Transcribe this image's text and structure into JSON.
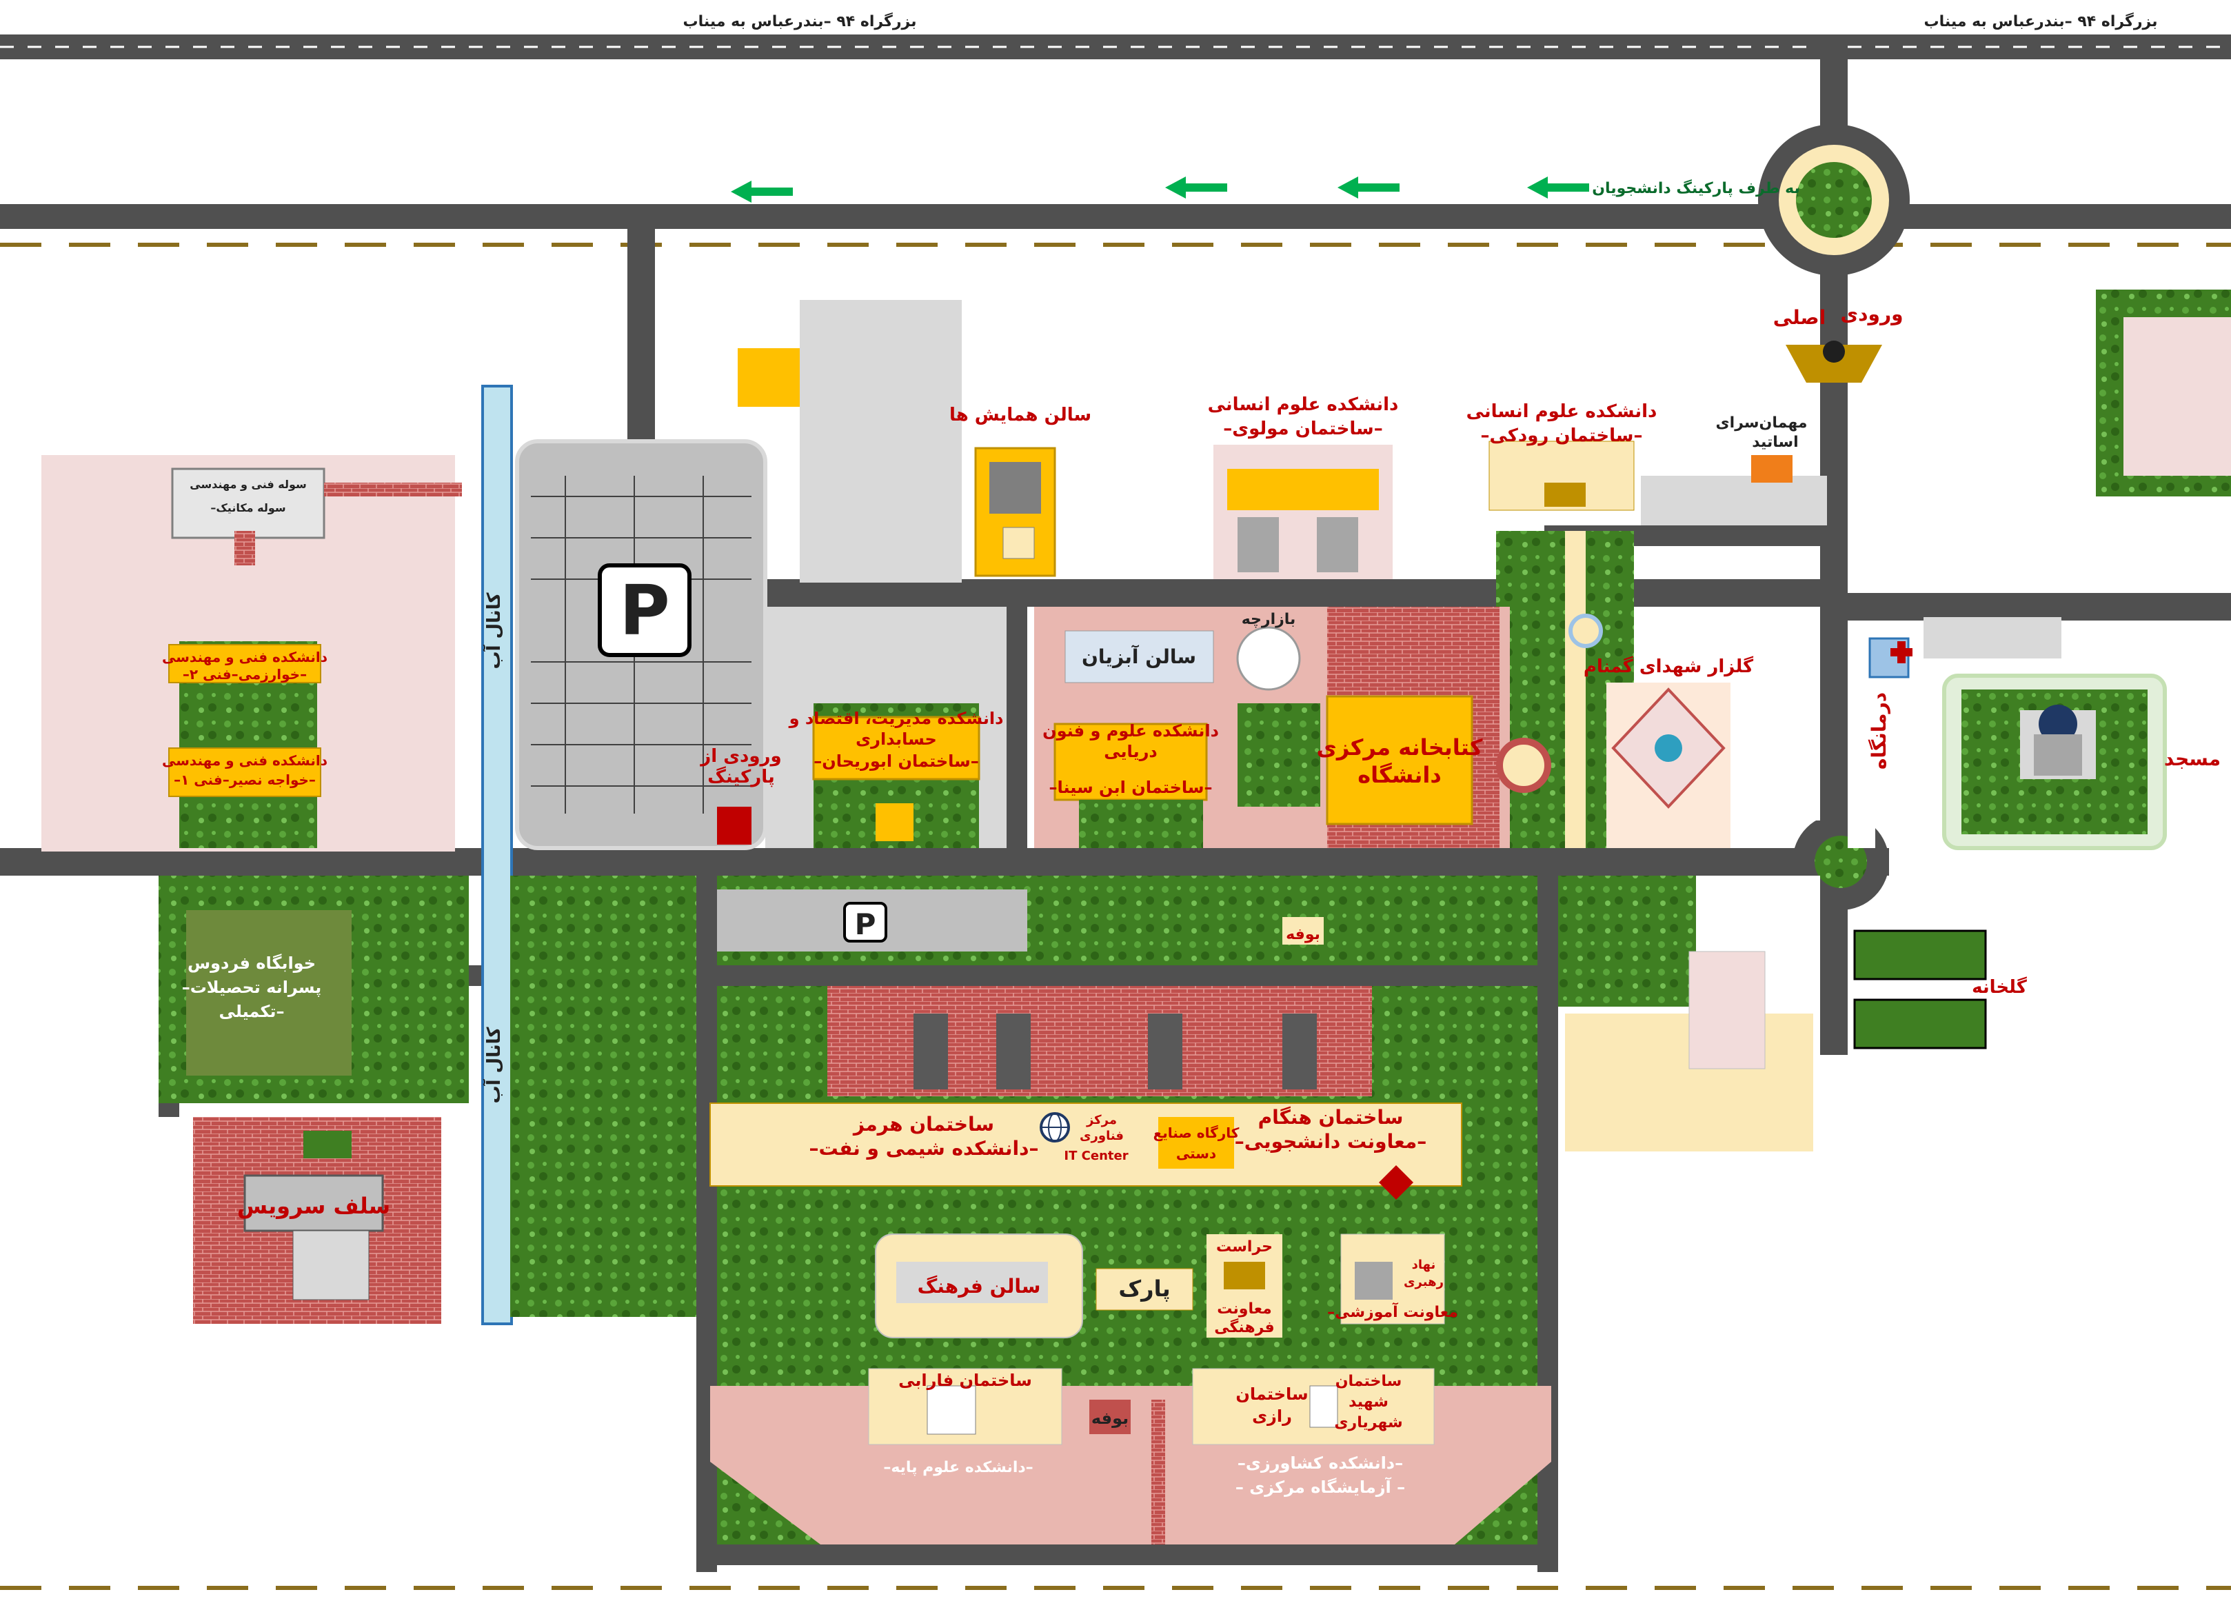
{
  "map": {
    "highway_label_left": "بزرگراه ۹۴ –بندرعباس به میناب",
    "highway_label_right": "بزرگراه ۹۴ –بندرعباس به میناب",
    "direction_text": "به طرف پارکینگ دانشجویان",
    "canal_label_1": "کانال آب",
    "canal_label_2": "کانال آب",
    "entrance_main_1": "ورودی",
    "entrance_main_2": "اصلی",
    "guest_house_1": "مهمان‌سرای",
    "guest_house_2": "اساتید",
    "humanities_a_1": "دانشکده علوم انسانی",
    "humanities_a_2": "–ساختمان مولوی–",
    "humanities_b_1": "دانشکده علوم انسانی",
    "humanities_b_2": "–ساختمان رودکی–",
    "conference_hall": "سالن همایش ها",
    "workshop_box_1": "سوله فنی و مهندسی",
    "workshop_box_2": "–سوله مکانیک",
    "eng2_1": "دانشکده فنی و مهندسی",
    "eng2_2": "–خوارزمی–فنی ۲–",
    "eng1_1": "دانشکده فنی و مهندسی",
    "eng1_2": "–خواجه نصیر–فنی ۱–",
    "parking_entry_1": "ورودی از",
    "parking_entry_2": "پارکینگ",
    "mgmt_1": "دانشکده مدیریت، اقتصاد و",
    "mgmt_2": "حسابداری",
    "mgmt_3": "–ساختمان ابوریحان–",
    "abzian": "سالن آبزیان",
    "bazaar": "بازارچه",
    "marine_1": "دانشکده علوم و فنون",
    "marine_2": "دریایی",
    "marine_3": "–ساختمان ابن سینا–",
    "library_1": "کتابخانه مرکزی",
    "library_2": "دانشگاه",
    "martyrs_garden": "گلزار شهدای گمنام",
    "clinic": "درمانگاه",
    "mosque": "مسجد",
    "greenhouse": "گلخانه",
    "dorm_1": "خوابگاه فردوس",
    "dorm_2": "–پسرانه تحصیلات",
    "dorm_3": "تکمیلی–",
    "cafeteria": "سلف سرویس",
    "buffet_top": "بوفه",
    "buffet_bottom": "بوفه",
    "hormoz_1": "ساختمان هرمز",
    "hormoz_2": "–دانشکده شیمی و نفت–",
    "it_1": "مرکز",
    "it_2": "فناوری",
    "it_3": "IT Center",
    "handicraft_1": "کارگاه صنایع",
    "handicraft_2": "دستی",
    "hengam_1": "ساختمان هنگام",
    "hengam_2": "–معاونت دانشجویی–",
    "farhang_hall": "سالن فرهنگ",
    "park": "پارک",
    "security": "حراست",
    "cultural_1": "معاونت",
    "cultural_2": "فرهنگی",
    "leader_1": "نهاد",
    "leader_2": "رهبری",
    "education_deputy": "–معاونت آموزشی",
    "farabi": "ساختمان فارابی",
    "razi_1": "ساختمان",
    "razi_2": "رازی",
    "shahriari_1": "ساختمان",
    "shahriari_2": "شهید",
    "shahriari_3": "شهریاری",
    "basic_sciences": "–دانشکده علوم پایه–",
    "agri_1": "–دانشکده کشاورزی–",
    "agri_2": "– آزمایشگاه مرکزی –",
    "parking_symbol_big": "P",
    "parking_symbol_small": "P"
  },
  "colors": {
    "road": "#505050",
    "road_edge": "#9a9a9a",
    "grass": "#3f7f22",
    "building_cream": "#fbe9b7",
    "building_yellow": "#ffc000",
    "plaza_pink": "#e9b7b0",
    "brick": "#c0504d",
    "label_red": "#c00000",
    "arrow_green": "#00b050",
    "water": "#bfe3ef"
  },
  "icons": [
    "parking-icon",
    "guard-icon",
    "globe-icon",
    "bank-logo-icon",
    "hospital-icon",
    "mosque-icon",
    "greenhouse-icon",
    "arrow-left-icon"
  ]
}
